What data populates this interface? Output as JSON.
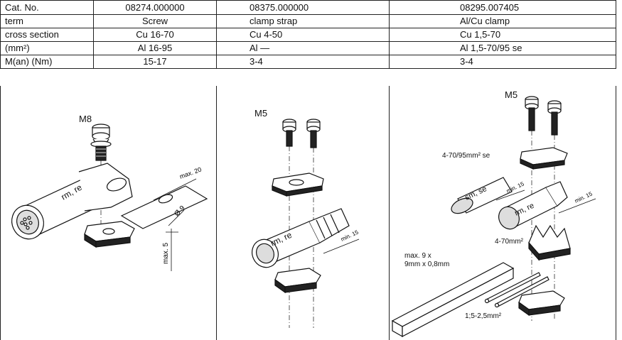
{
  "table": {
    "columns": [
      "Cat. No.",
      "08274.000000",
      "08375.000000",
      "08295.007405"
    ],
    "rows": [
      {
        "label": "term",
        "c1": "Screw",
        "c2": "clamp strap",
        "c3": "Al/Cu clamp"
      },
      {
        "label": "cross section",
        "c1": "Cu 16-70",
        "c2": "Cu 4-50",
        "c3": "Cu 1,5-70"
      },
      {
        "label": "(mm²)",
        "c1": "Al 16-95",
        "c2": "Al —",
        "c3": "Al 1,5-70/95 se"
      },
      {
        "label": "M(an)  (Nm)",
        "c1": "15-17",
        "c2": "3-4",
        "c3": "3-4"
      }
    ]
  },
  "drawing1": {
    "thread": "M8",
    "cable_mark": "rm, re",
    "dim_max20": "max. 20",
    "dim_dia9": "Ø 9",
    "dim_max5": "max. 5"
  },
  "drawing2": {
    "thread": "M5",
    "cable_mark": "rm, re",
    "dim_min": "min. 15"
  },
  "drawing3": {
    "thread": "M5",
    "label_se": "4-70/95mm² se",
    "cable_sm": "sm, se",
    "cable_rm": "rm, re",
    "dim_min_a": "min. 15",
    "dim_min_b": "min. 15",
    "label_4_70": "4-70mm²",
    "bar_line1": "max. 9 x",
    "bar_line2": "9mm x 0,8mm",
    "label_wire": "1;5-2,5mm²"
  }
}
